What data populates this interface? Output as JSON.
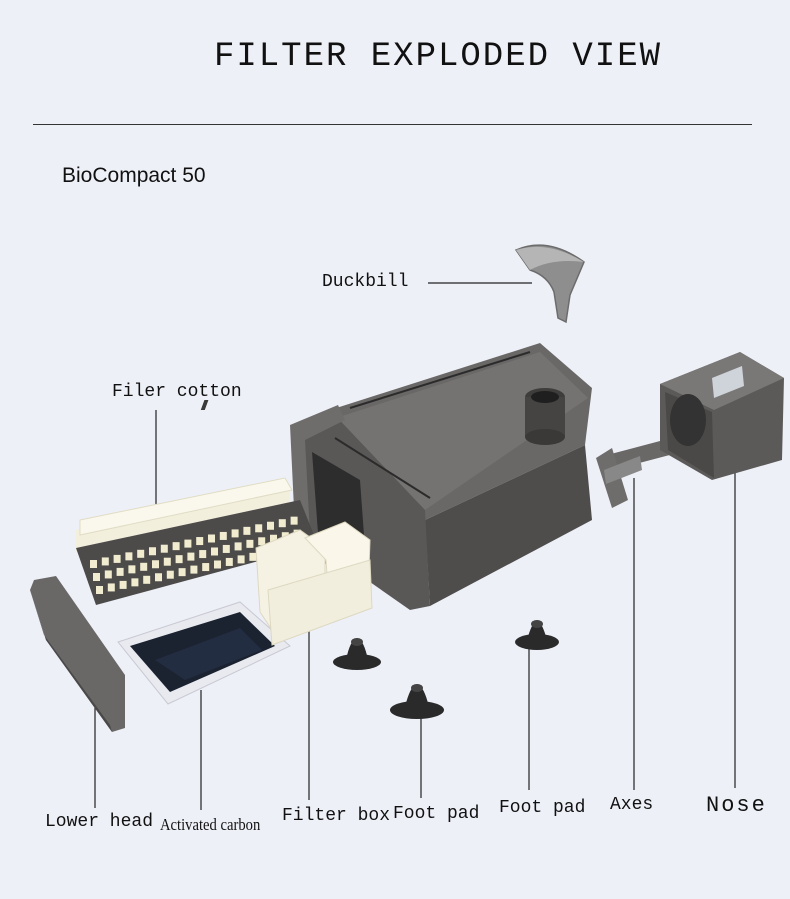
{
  "title": "FILTER EXPLODED VIEW",
  "model": "BioCompact 50",
  "labels": {
    "duckbill": "Duckbill",
    "filter_cotton": "Filer cotton",
    "lower_head": "Lower head",
    "activated_carbon": "Activated carbon",
    "filter_box": "Filter box",
    "foot_pad_1": "Foot pad",
    "foot_pad_2": "Foot pad",
    "axes": "Axes",
    "nose": "Nose"
  },
  "colors": {
    "body": "#5e5c5b",
    "body_dark": "#454443",
    "body_light": "#7a7877",
    "sponge": "#f3f0dd",
    "duckbill": "#8c8c8c"
  }
}
